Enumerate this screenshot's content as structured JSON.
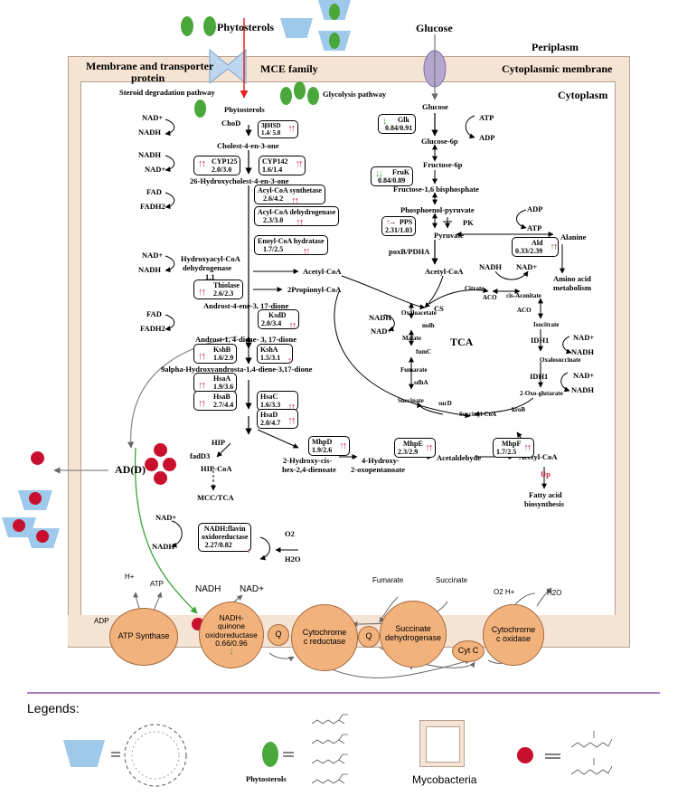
{
  "header": {
    "phytosterols": "Phytosterols",
    "glucose": "Glucose",
    "periplasm": "Periplasm",
    "membrane_transporter": "Membrane and transporter",
    "protein": "protein",
    "mce_family": "MCE family",
    "cytoplasmic_membrane": "Cytoplasmic membrane",
    "cytoplasm": "Cytoplasm",
    "steroid_pathway": "Steroid  degradation pathway",
    "glycolysis_pathway": "Glycolysis pathway"
  },
  "steroid": {
    "phytosterols": "Phytosterols",
    "chod": "ChoD",
    "cholest": "Cholest-4-en-3-one",
    "hydroxycholest": "26-Hydroxycholest-4-en-3-one",
    "hydroxyacyl_line1": "Hydroxyacyl-CoA",
    "hydroxyacyl_line2": "dehydrogenase",
    "hydroxyacyl_line3": "1.1",
    "acetyl_coa": "Acetyl-CoA",
    "propionyl_coa": "2Propionyl-CoA",
    "androst_4": "Androst-4-ene-3, 17-dione",
    "androst_1_4": "Androst-1, 4-diene- 3, 17-dione",
    "alpha_hydroxy": "9alpha-Hydroxyandrosta-1,4-diene-3,17-dione",
    "hip": "HIP",
    "fadd3": "fadD3",
    "hip_coa": "HIP-CoA",
    "mcc_tca": "MCC/TCA",
    "hydroxy_cis": "2-Hydroxy-cis-",
    "hex_dienoate": "hex-2,4-dienoate",
    "hydroxy_oxo1": "4-Hydroxy-",
    "hydroxy_oxo2": "2-oxopentanoate",
    "acetaldehyde": "Acetaldehyde",
    "acetyl_coa_right": "Acetyl-CoA",
    "up": "Up",
    "fatty_acid1": "Fatty acid",
    "fatty_acid2": "biosynthesis",
    "add": "AD(D)"
  },
  "enzymes": {
    "hsd_name": "3βHSD",
    "hsd_val": "1.4/ 5.8",
    "cyp125_name": "CYP125",
    "cyp125_val": "2.0/3.0",
    "cyp142_name": "CYP142",
    "cyp142_val": "1.6/1.4",
    "acs_name": "Acyl-CoA synthetase",
    "acs_val": "2.6/4.2",
    "acd_name": "Acyl-CoA dehydrogenase",
    "acd_val": "2.3/3.0",
    "ech_name": "Enoyl-CoA hydratase",
    "ech_val": "1.7/2.5",
    "thio_name": "Thiolase",
    "thio_val": "2.6/2.3",
    "ksdd_name": "KsdD",
    "ksdd_val": "2.0/3.4",
    "kshb_name": "KshB",
    "kshb_val": "1.6/2.9",
    "ksha_name": "KshA",
    "ksha_val": "1.5/3.1",
    "hsaa_name": "HsaA",
    "hsaa_val": "1.9/3.6",
    "hsab_name": "HsaB",
    "hsab_val": "2.7/4.4",
    "hsac_name": "HsaC",
    "hsac_val": "1.6/3.3",
    "hsad_name": "HsaD",
    "hsad_val": "2.0/4.7",
    "mhpd_name": "MhpD",
    "mhpd_val": "1.9/2.6",
    "mhpe_name": "MhpE",
    "mhpe_val": "2.3/2.9",
    "mhpf_name": "MhpF",
    "mhpf_val": "1.7/2.5",
    "glk_name": "Glk",
    "glk_val": "0.84/0.91",
    "fruk_name": "FruK",
    "fruk_val": "0.84/0.89",
    "pps_name": "PPS",
    "pps_val": "2.31/1.03",
    "ald_name": "Ald",
    "ald_val": "0.33/2.39",
    "nadh_name1": "NADH:flavin",
    "nadh_name2": "oxidoreductase",
    "nadh_val": "2.27/0.82"
  },
  "cofactors": {
    "nad_plus": "NAD+",
    "nadh": "NADH",
    "fad": "FAD",
    "fadh2": "FADH2",
    "atp": "ATP",
    "adp": "ADP",
    "o2": "O2",
    "h2o": "H2O"
  },
  "glycolysis": {
    "glucose": "Glucose",
    "glucose_6p": "Glucose-6p",
    "fructose_6p": "Fructose-6p",
    "fructose_bp": "Fructose-1,6 bisphosphate",
    "pep": "Phosphoenol-pyruvate",
    "pk": "PK",
    "pyruvate": "Pyruvate",
    "alanine": "Alanine",
    "poxb": "poxB/PDHA",
    "acetyl_coa": "Acetyl-CoA",
    "amino1": "Amino acid",
    "amino2": "metabolism"
  },
  "tca": {
    "label": "TCA",
    "cs": "CS",
    "citrate": "Citrate",
    "aco1": "ACO",
    "cis_aconitate": "cis-Aconitate",
    "aco2": "ACO",
    "isocitrate": "Isocitrate",
    "idh1a": "IDH1",
    "oxalosuccinate": "Oxalosuccinate",
    "idh1b": "IDH1",
    "oxoglutarate": "2-Oxo-glutarate",
    "krob": "kroB",
    "succinyl_coa": "Succinyl-CoA",
    "sucd": "sucD",
    "succinate": "Succinate",
    "sdha": "sdhA",
    "fumarate": "Fumarate",
    "fumc": "fumC",
    "malate": "Malate",
    "mdh": "mdh",
    "oxaloacetate": "Oxaloacetate"
  },
  "membrane": {
    "h_plus": "H+",
    "atp": "ATP",
    "adp": "ADP",
    "nadh": "NADH",
    "nad_plus": "NAD+",
    "fumarate": "Fumarate",
    "succinate": "Succinate",
    "o2h": "O2 H+",
    "h2o": "H2O",
    "atp_synthase": "ATP Synthase",
    "nadh_q1": "NADH-",
    "nadh_q2": "quinone",
    "nadh_q3": "oxidoreductase",
    "nadh_q4": "0.66/0.96",
    "q": "Q",
    "cyt_c_red1": "Cytochrome",
    "cyt_c_red2": "c reductase",
    "succ_dh1": "Succinate",
    "succ_dh2": "dehydrogenase",
    "cyt_c": "Cyt C",
    "cyt_ox1": "Cytochrome",
    "cyt_ox2": "c oxidase"
  },
  "legend": {
    "title": "Legends:",
    "phytosterols": "Phytosterols",
    "mycobacteria": "Mycobacteria"
  },
  "colors": {
    "up_red": "#d6143a",
    "up_purple": "#b0479b",
    "down_green": "#3aa335",
    "cell_wall": "#f5e3d3",
    "membrane_protein": "#f2b27c",
    "phytosterol": "#4aa83a",
    "add_red": "#c8102e",
    "cyclodextrin": "#9ec9ea"
  }
}
